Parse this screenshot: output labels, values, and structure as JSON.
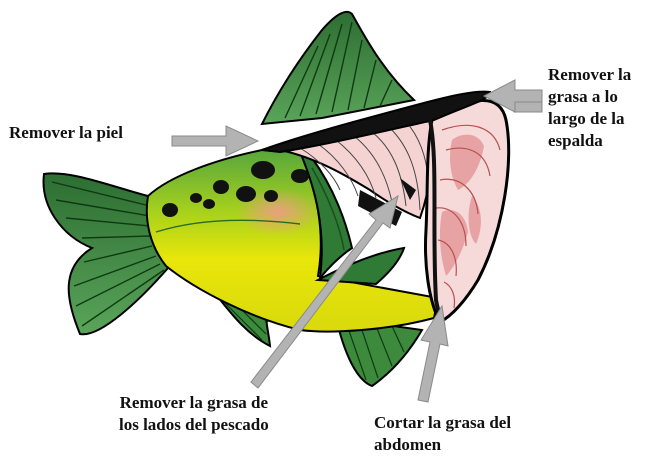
{
  "diagram": {
    "labels": {
      "remove_skin": "Remover la piel",
      "remove_back_fat": "Remover la\ngrasa a lo\nlargo de la\nespalda",
      "remove_side_fat": "Remover la grasa de\nlos lados del pescado",
      "cut_belly_fat": "Cortar la grasa del\nabdomen"
    },
    "colors": {
      "fin_green": "#3f8a3f",
      "skin_dark_green": "#2f7a34",
      "yellow_body": "#e4e30a",
      "pink_flesh": "#f2c4c4",
      "flesh_stripe": "#e06d6d",
      "arrow_gray": "#b3b3b3",
      "outline": "#000000"
    }
  }
}
